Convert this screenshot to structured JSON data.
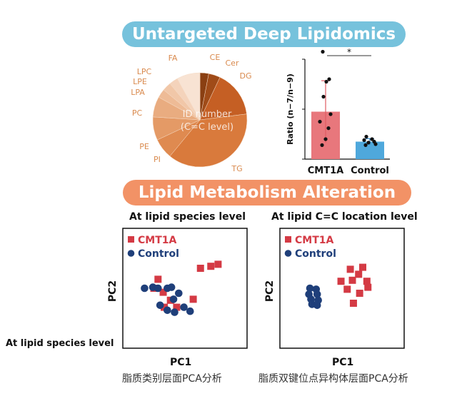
{
  "banners": {
    "top": "Untargeted Deep Lipidomics",
    "middle": "Lipid Metabolism Alteration"
  },
  "colors": {
    "banner_blue": "#76c2dc",
    "banner_orange": "#f29266",
    "cmt1a": "#d43a44",
    "control": "#1f3f7a",
    "bar_cmt1a": "#e8777c",
    "bar_control": "#4fa8dc"
  },
  "captions": {
    "pca_left_cn": "脂质类别层面PCA分析",
    "pca_right_cn": "脂质双键位点异构体层面PCA分析",
    "side_label": "At lipid species level"
  },
  "chart_data": [
    {
      "type": "pie",
      "title": "",
      "center_label": [
        "ID number",
        "(C=C level)"
      ],
      "categories": [
        "CE",
        "Cer",
        "DG",
        "TG",
        "PI",
        "PE",
        "PC",
        "LPA",
        "LPE",
        "LPC",
        "FA"
      ],
      "values": [
        3,
        4,
        16,
        38,
        7,
        8,
        7,
        3,
        3,
        3,
        8
      ],
      "colors": [
        "#8a3f12",
        "#a04b18",
        "#c55f24",
        "#d97a3c",
        "#df8a50",
        "#e49a66",
        "#e9ac80",
        "#eebb96",
        "#f1c7a8",
        "#f4d3bb",
        "#f8e3d3"
      ]
    },
    {
      "type": "bar",
      "title": "",
      "ylabel": "Ratio (n−7/n−9)",
      "categories": [
        "CMT1A",
        "Control"
      ],
      "values": [
        0.95,
        0.35
      ],
      "errors": [
        0.62,
        0.06
      ],
      "ylim": [
        0,
        2
      ],
      "yticks": [
        0,
        1,
        2
      ],
      "tick_labels_visible": false,
      "significance": "*",
      "points": [
        [
          2.15,
          1.6,
          1.55,
          1.25,
          0.9,
          0.75,
          0.62,
          0.4,
          0.28
        ],
        [
          0.45,
          0.4,
          0.38,
          0.35,
          0.33,
          0.3,
          0.28
        ]
      ]
    },
    {
      "type": "scatter",
      "title": "At lipid species level",
      "xlabel": "PC1",
      "ylabel": "PC2",
      "xlim": [
        -3,
        3
      ],
      "ylim": [
        -3,
        3
      ],
      "series": [
        {
          "name": "CMT1A",
          "marker": "square",
          "x": [
            1.25,
            1.6,
            0.75,
            -1.3,
            -1.5,
            -1.05,
            -0.7,
            -1.0,
            -0.4,
            0.4
          ],
          "y": [
            1.1,
            1.2,
            1.0,
            0.45,
            -0.0,
            -0.2,
            -0.6,
            -0.95,
            -0.95,
            -0.55
          ]
        },
        {
          "name": "Control",
          "marker": "circle",
          "x": [
            -1.95,
            -1.55,
            -1.3,
            -0.85,
            -0.65,
            -0.3,
            -0.55,
            -1.2,
            -0.85,
            -0.5,
            -0.05,
            0.25
          ],
          "y": [
            0.0,
            0.05,
            0.0,
            0.0,
            0.05,
            -0.25,
            -0.55,
            -0.85,
            -1.1,
            -1.2,
            -0.95,
            -1.15
          ]
        }
      ]
    },
    {
      "type": "scatter",
      "title": "At lipid C=C location level",
      "xlabel": "PC1",
      "ylabel": "PC2",
      "xlim": [
        -3,
        3
      ],
      "ylim": [
        -3,
        3
      ],
      "series": [
        {
          "name": "CMT1A",
          "marker": "square",
          "x": [
            0.4,
            1.0,
            0.8,
            1.2,
            1.25,
            0.5,
            0.25,
            -0.05,
            0.85,
            0.55
          ],
          "y": [
            0.95,
            1.05,
            0.7,
            0.35,
            0.05,
            0.4,
            -0.05,
            0.35,
            -0.25,
            -0.75
          ]
        },
        {
          "name": "Control",
          "marker": "circle",
          "x": [
            -1.55,
            -1.25,
            -1.6,
            -1.2,
            -1.5,
            -1.15,
            -1.45,
            -1.2
          ],
          "y": [
            0.0,
            -0.05,
            -0.3,
            -0.3,
            -0.55,
            -0.6,
            -0.8,
            -0.85
          ]
        }
      ]
    }
  ]
}
